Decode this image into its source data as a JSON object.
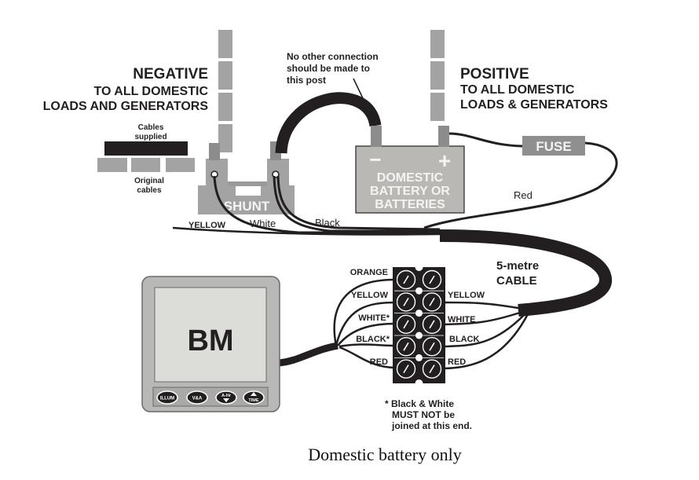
{
  "diagram": {
    "caption": "Domestic battery only",
    "negative": {
      "title": "NEGATIVE",
      "line1": "TO ALL DOMESTIC",
      "line2": "LOADS AND GENERATORS"
    },
    "positive": {
      "title": "POSITIVE",
      "line1": "TO ALL DOMESTIC",
      "line2": "LOADS & GENERATORS"
    },
    "note_post": [
      "No other connection",
      "should be made to",
      "this post"
    ],
    "cables_supplied": [
      "Cables",
      "supplied"
    ],
    "original_cables": [
      "Original",
      "cables"
    ],
    "shunt_label": "SHUNT",
    "battery": {
      "minus": "−",
      "plus": "+",
      "lines": [
        "DOMESTIC",
        "BATTERY OR",
        "BATTERIES"
      ]
    },
    "fuse_label": "FUSE",
    "wire_labels": {
      "yellow": "YELLOW",
      "white": "White",
      "black": "Black",
      "red": "Red"
    },
    "cable_label": [
      "5-metre",
      "CABLE"
    ],
    "terminal_block": {
      "left_labels": [
        "ORANGE",
        "YELLOW",
        "WHITE*",
        "BLACK*",
        "RED"
      ],
      "right_labels": [
        "YELLOW",
        "WHITE",
        "BLACK",
        "RED"
      ]
    },
    "monitor": {
      "display": "BM",
      "buttons": [
        "ILLUM",
        "V&A",
        "A-Hr",
        "TIME"
      ]
    },
    "footnote": [
      "* Black & White",
      "MUST NOT be",
      "joined at this end."
    ],
    "colors": {
      "wire": "#231f20",
      "post_gray": "#a3a3a3",
      "battery_fill": "#b9b8b4",
      "fuse_fill": "#8f8f8f",
      "monitor_bezel": "#b8b8b6",
      "monitor_screen": "#dcdcd9"
    }
  }
}
